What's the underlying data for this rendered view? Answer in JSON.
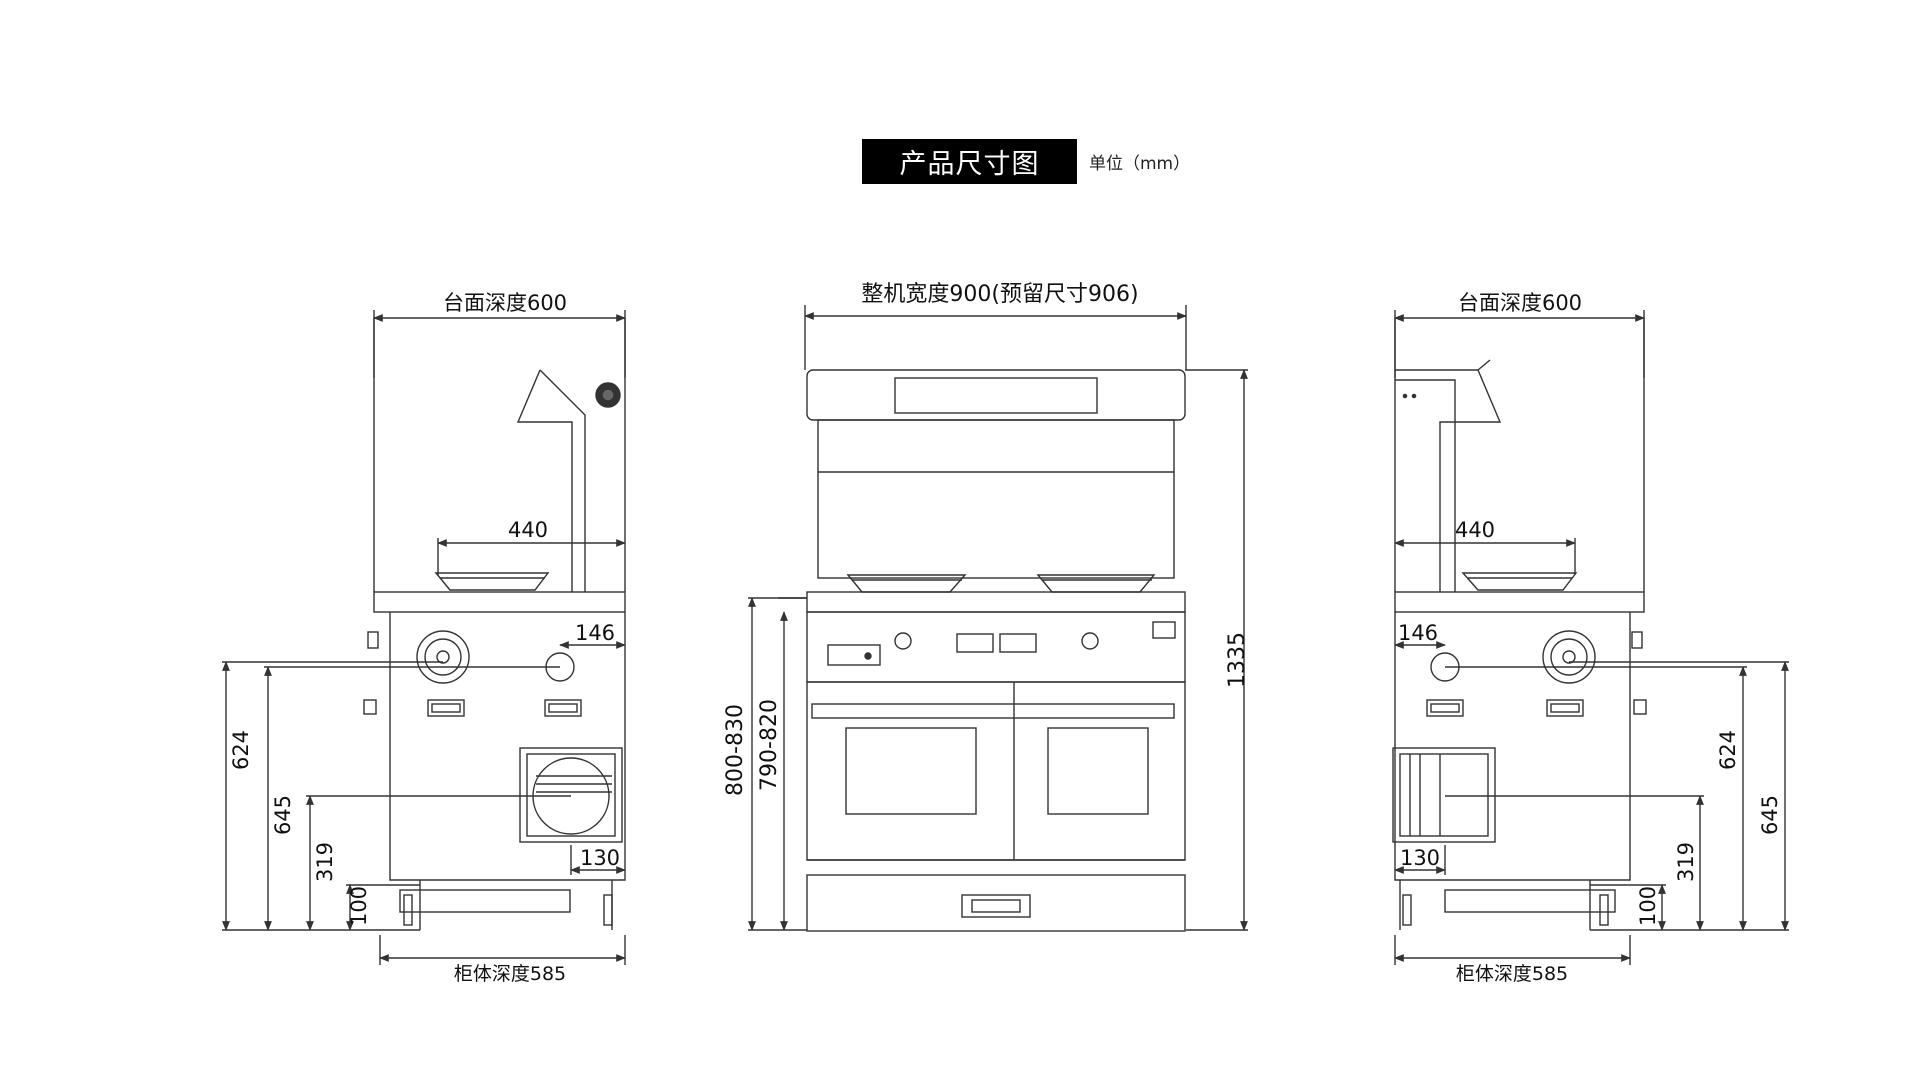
{
  "header": {
    "title": "产品尺寸图",
    "unit": "单位（mm）"
  },
  "left_view": {
    "top_depth": "台面深度600",
    "burner_offset": "440",
    "knob_offset": "146",
    "height_624": "624",
    "height_645": "645",
    "height_319": "319",
    "height_100": "100",
    "vent_offset": "130",
    "cabinet_depth": "柜体深度585"
  },
  "front_view": {
    "width": "整机宽度900(预留尺寸906)",
    "total_height": "1335",
    "counter_height_a": "800-830",
    "counter_height_b": "790-820"
  },
  "right_view": {
    "top_depth": "台面深度600",
    "burner_offset": "440",
    "knob_offset": "146",
    "height_624": "624",
    "height_645": "645",
    "height_319": "319",
    "height_100": "100",
    "vent_offset": "130",
    "cabinet_depth": "柜体深度585"
  },
  "colors": {
    "line": "#333333",
    "title_bg": "#000000",
    "title_text": "#ffffff"
  }
}
